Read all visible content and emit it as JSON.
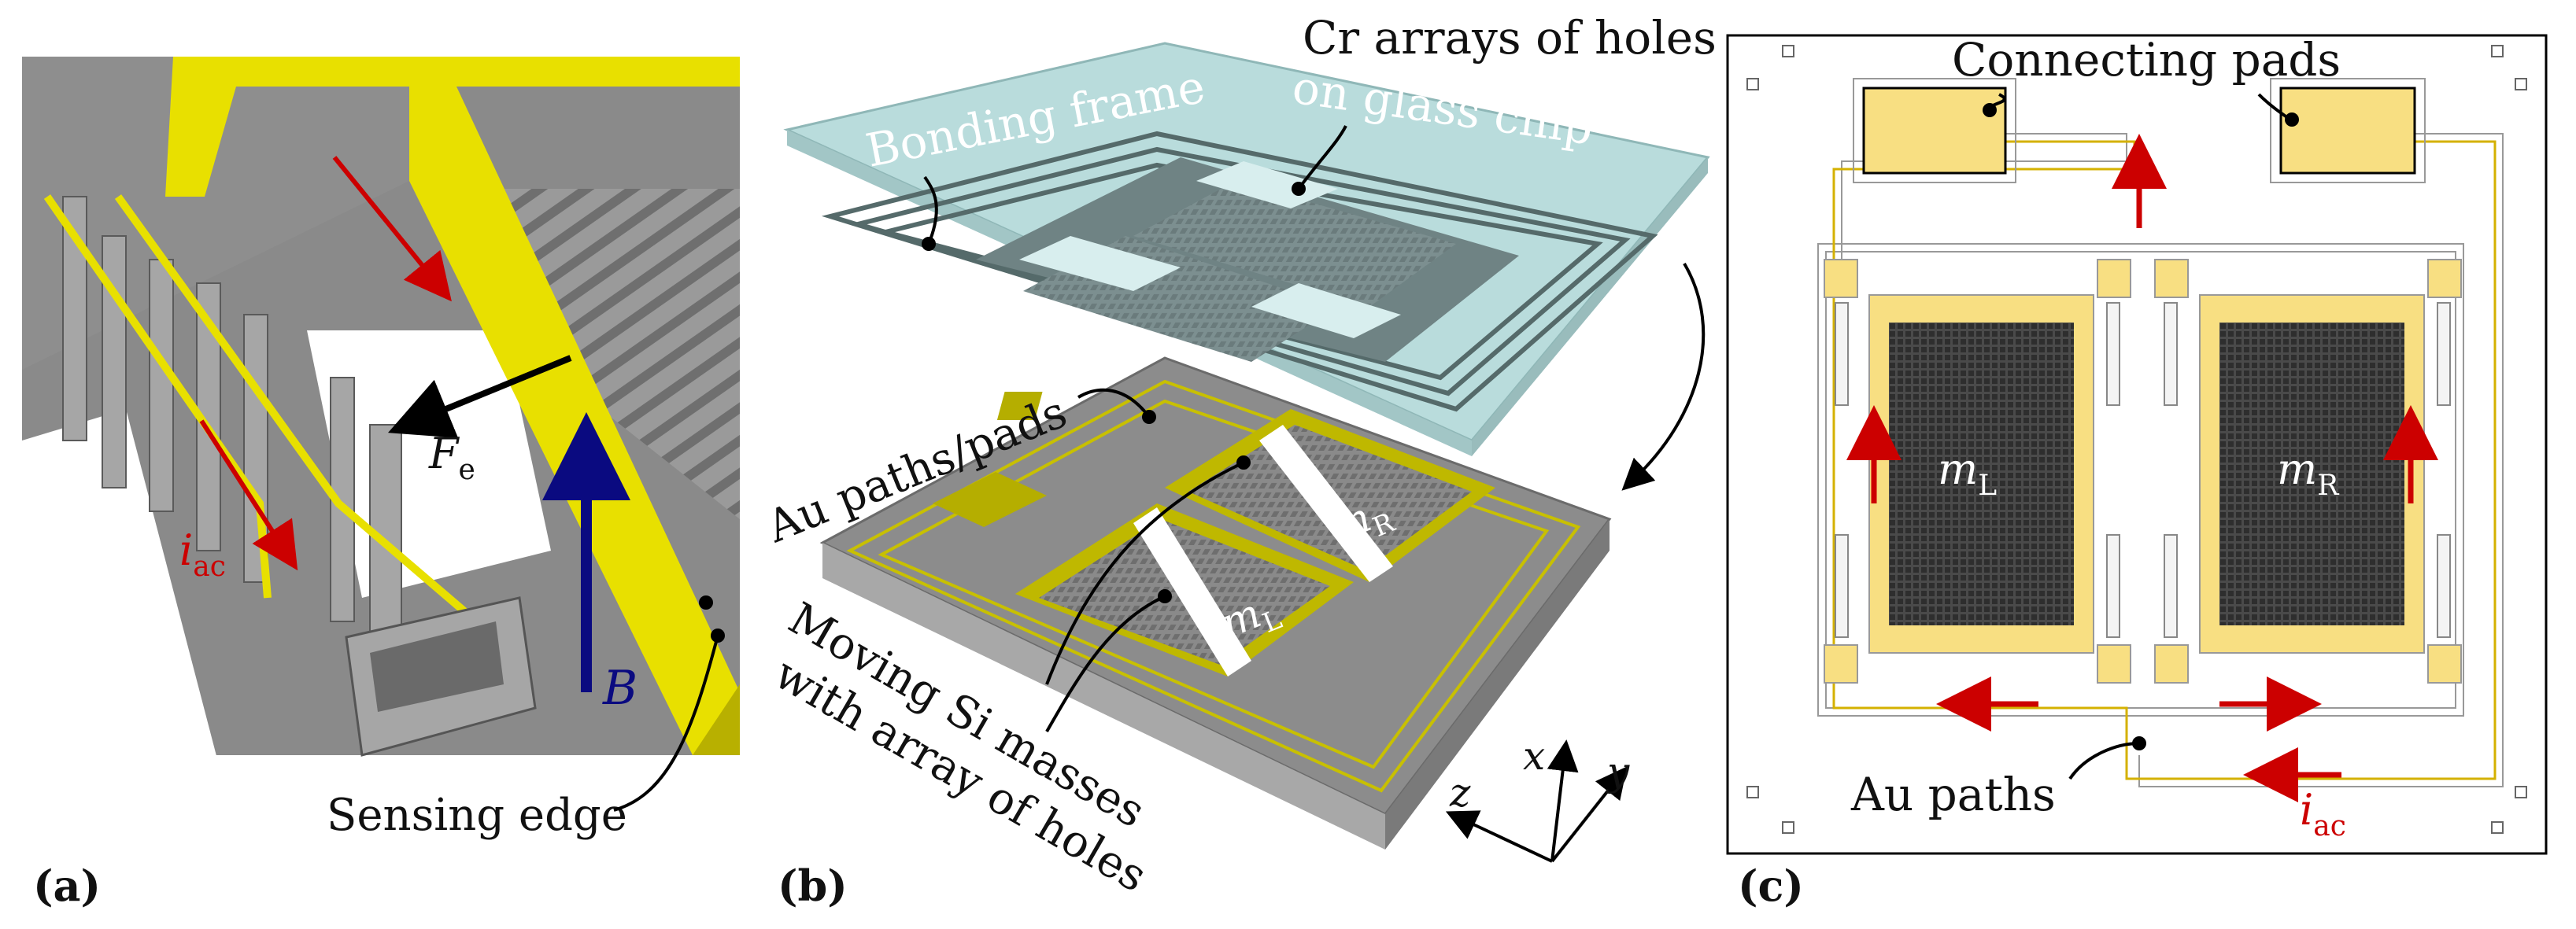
{
  "panels": {
    "a": {
      "tag": "(a)",
      "label_fe": "F",
      "label_fe_sub": "e",
      "label_iac": "i",
      "label_iac_sub": "ac",
      "label_b": "B",
      "label_sensing": "Sensing edge"
    },
    "b": {
      "tag": "(b)",
      "label_bonding": "Bonding frame",
      "label_cr_line1": "Cr arrays of holes",
      "label_cr_line2": "on glass chip",
      "label_au": "Au paths/pads",
      "label_moving_line1": "Moving Si masses",
      "label_moving_line2": "with array of holes",
      "label_mr": "m",
      "label_mr_sub": "R",
      "label_ml": "m",
      "label_ml_sub": "L",
      "axis_x": "x",
      "axis_y": "y",
      "axis_z": "z"
    },
    "c": {
      "tag": "(c)",
      "label_pads": "Connecting pads",
      "label_ml": "m",
      "label_ml_sub": "L",
      "label_mr": "m",
      "label_mr_sub": "R",
      "label_au_paths": "Au paths",
      "label_iac": "i",
      "label_iac_sub": "ac"
    }
  },
  "colors": {
    "gold": "#e8e000",
    "pad_fill": "#f8df82",
    "silicon": "#8c8c8c",
    "glass": "#b9dcdc",
    "arrow_red": "#cc0000",
    "arrow_blue": "#0a0a80",
    "text": "#111111"
  }
}
